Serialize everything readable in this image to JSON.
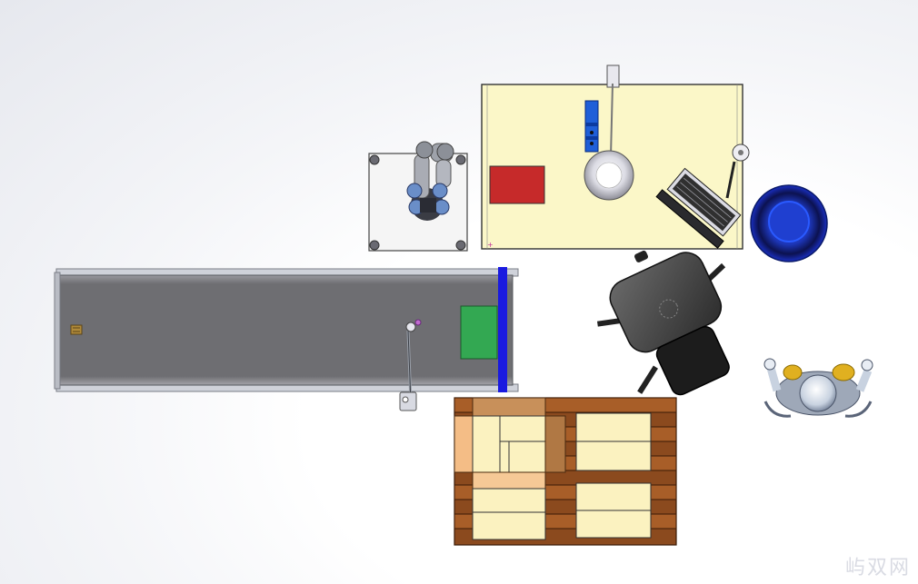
{
  "scene": {
    "view": "top",
    "objects": [
      {
        "name": "conveyor-belt",
        "belt_color": "#6e6e72",
        "end_bar_color": "#1a1ae0"
      },
      {
        "name": "green-product-box",
        "color": "#33a852"
      },
      {
        "name": "robot-base-plate",
        "color": "#f5f5f5"
      },
      {
        "name": "collaborative-robot-arm",
        "joint_color": "#6a8ec8"
      },
      {
        "name": "workbench-table",
        "color": "#fbf7c8"
      },
      {
        "name": "red-pad",
        "color": "#c62a2a"
      },
      {
        "name": "desk-lamp",
        "color": "#e8e8ee"
      },
      {
        "name": "stack-light",
        "color": "#1f5fd8"
      },
      {
        "name": "keyboard-monitor",
        "color": "#303030"
      },
      {
        "name": "blue-bin",
        "color": "#1f3fd0"
      },
      {
        "name": "office-chair",
        "color": "#4a4a4a"
      },
      {
        "name": "operator-figure",
        "color": "#b8c4d4"
      },
      {
        "name": "pallet-with-cartons",
        "pallet_color": "#8b4a1e",
        "carton_color": "#fbf2c0"
      }
    ]
  },
  "watermark": {
    "text": "屿双网"
  }
}
